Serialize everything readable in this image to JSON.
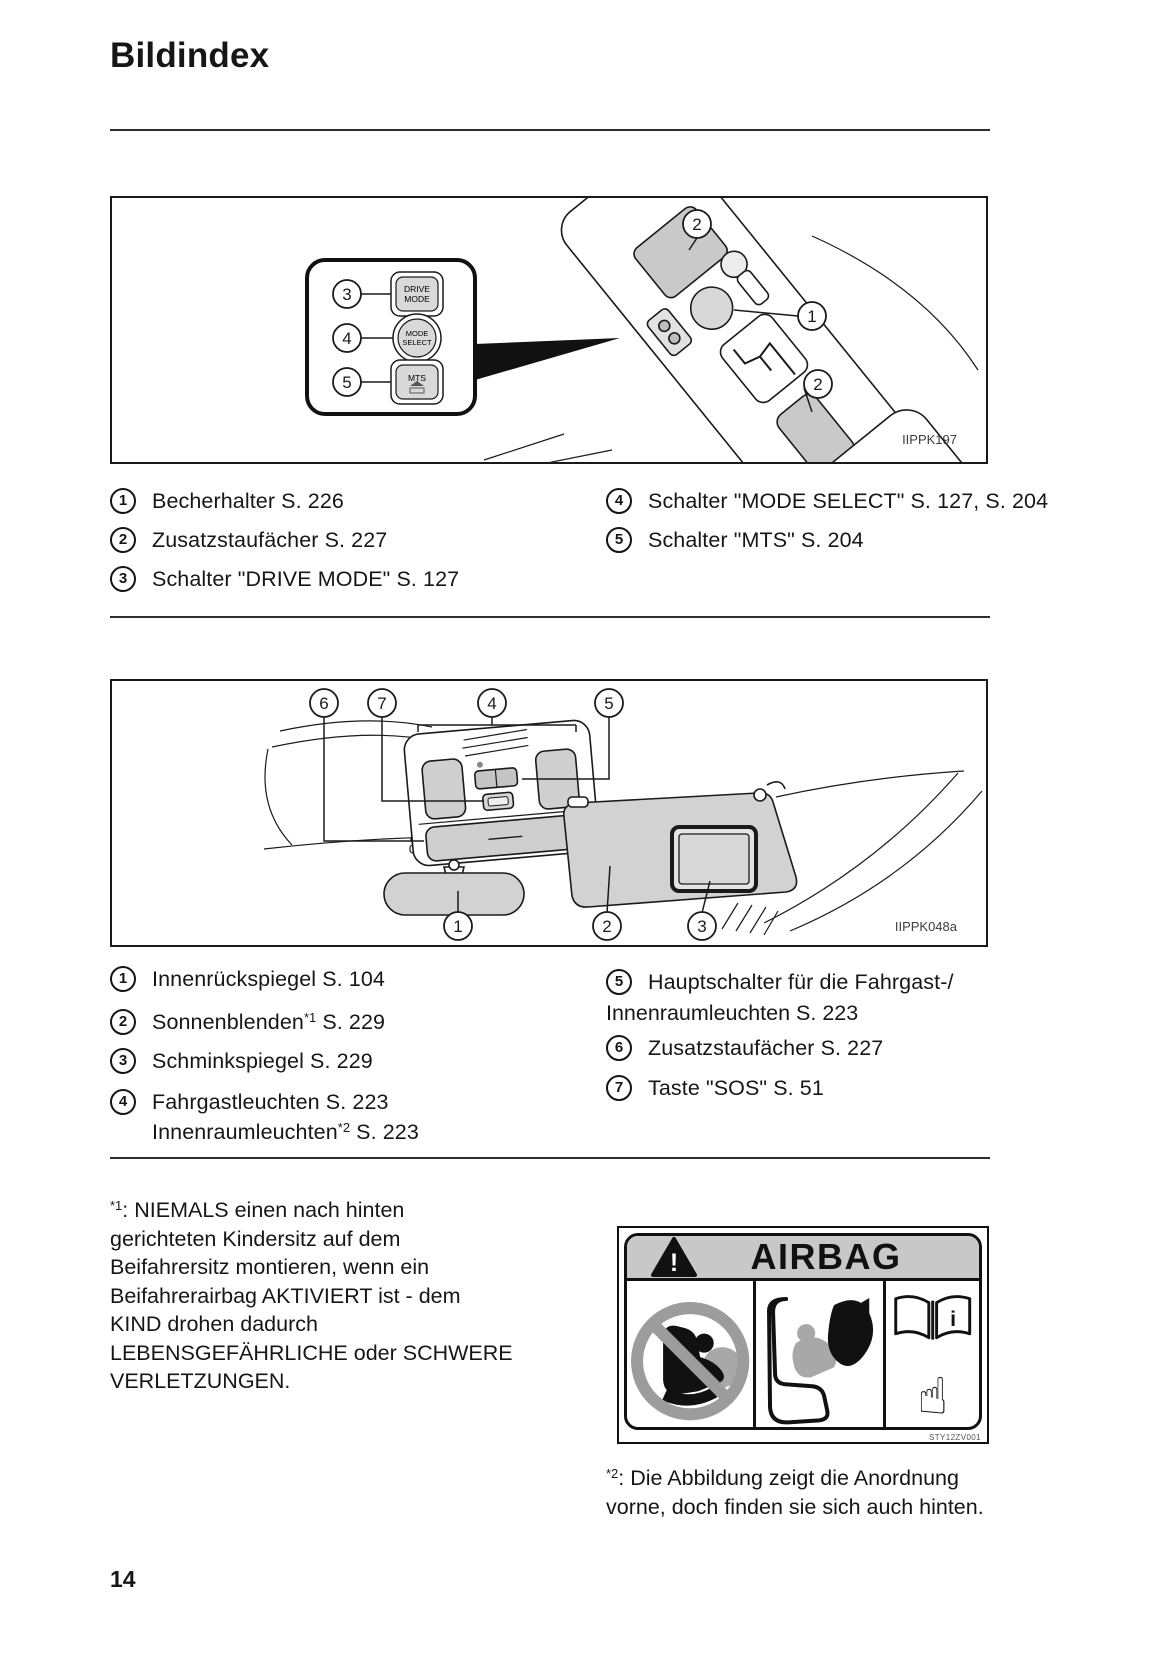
{
  "page": {
    "title": "Bildindex",
    "number": "14"
  },
  "colors": {
    "diagram_shade": "#cbcbcb",
    "label_header_gray": "#c8c8c8"
  },
  "figure1": {
    "code": "IIPPK197",
    "buttons": {
      "drive_line1": "DRIVE",
      "drive_line2": "MODE",
      "select_line1": "MODE",
      "select_line2": "SELECT",
      "mts": "MTS"
    },
    "callouts": {
      "c1": "1",
      "c2_top": "2",
      "c2_side": "2",
      "c3": "3",
      "c4": "4",
      "c5": "5"
    },
    "legend_left": [
      {
        "num": "1",
        "text": "Becherhalter S. 226"
      },
      {
        "num": "2",
        "text": "Zusatzstaufächer S. 227"
      },
      {
        "num": "3",
        "text": "Schalter \"DRIVE MODE\" S. 127"
      }
    ],
    "legend_right": [
      {
        "num": "4",
        "text": "Schalter \"MODE SELECT\" S. 127, S. 204"
      },
      {
        "num": "5",
        "text": "Schalter \"MTS\" S. 204"
      }
    ]
  },
  "figure2": {
    "code": "IIPPK048a",
    "callouts": {
      "c1": "1",
      "c2": "2",
      "c3": "3",
      "c4": "4",
      "c5": "5",
      "c6": "6",
      "c7": "7"
    },
    "legend_left": [
      {
        "num": "1",
        "pre": "Innenrückspiegel S. 104",
        "sup": "",
        "post": ""
      },
      {
        "num": "2",
        "pre": "Sonnenblenden",
        "sup": "*1",
        "post": " S. 229"
      },
      {
        "num": "3",
        "pre": "Schminkspiegel S. 229",
        "sup": "",
        "post": ""
      },
      {
        "num": "4",
        "pre": "Fahrgastleuchten S. 223",
        "sup": "",
        "post": "",
        "cont_pre": "Innenraumleuchten",
        "cont_sup": "*2",
        "cont_post": " S. 223"
      }
    ],
    "legend_right": [
      {
        "num": "5",
        "text": "Hauptschalter für die Fahrgast-/",
        "cont": "Innenraumleuchten S. 223"
      },
      {
        "num": "6",
        "text": "Zusatzstaufächer S. 227"
      },
      {
        "num": "7",
        "text": "Taste \"SOS\" S. 51"
      }
    ]
  },
  "footnote1": {
    "sup": "*1",
    "lines": [
      ": NIEMALS einen nach hinten",
      "gerichteten Kindersitz auf dem",
      "Beifahrersitz montieren, wenn ein",
      "Beifahrerairbag AKTIVIERT ist - dem",
      "KIND drohen dadurch",
      "LEBENSGEFÄHRLICHE oder SCHWERE",
      "VERLETZUNGEN."
    ]
  },
  "footnote2": {
    "sup": "*2",
    "lines": [
      ": Die Abbildung zeigt die Anordnung",
      "vorne, doch finden sie sich auch hinten."
    ]
  },
  "airbag_label": {
    "title": "AIRBAG",
    "warning_mark": "!",
    "info_mark": "i",
    "pointing_hand": "☝",
    "code": "STY12ZV001"
  }
}
